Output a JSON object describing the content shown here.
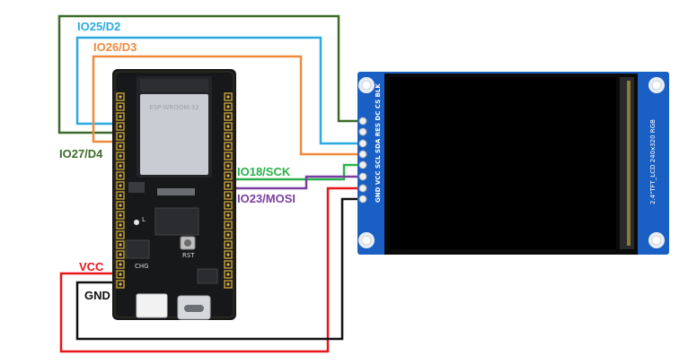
{
  "wiring": {
    "io25": {
      "label": "IO25/D2",
      "color": "#29abe2"
    },
    "io26": {
      "label": "IO26/D3",
      "color": "#f08a3c"
    },
    "io27": {
      "label": "IO27/D4",
      "color": "#3f6b2a"
    },
    "io18": {
      "label": "IO18/SCK",
      "color": "#2bb24c"
    },
    "io23": {
      "label": "IO23/MOSI",
      "color": "#7a3ea0"
    },
    "vcc": {
      "label": "VCC",
      "color": "#e8161b"
    },
    "gnd": {
      "label": "GND",
      "color": "#111111"
    }
  },
  "esp32_board": {
    "module_text": "ESP-WROOM-32",
    "rst_label": "RST",
    "chg_label": "CHG",
    "led_label": "L"
  },
  "lcd_module": {
    "pin_labels": "GND VCC SCL SDA RES DC CS BLK",
    "model_text": "2.4\"TFT_LCD 240x320 RGB",
    "pcb_color": "#1a5fc4",
    "screen_color": "#000000"
  }
}
